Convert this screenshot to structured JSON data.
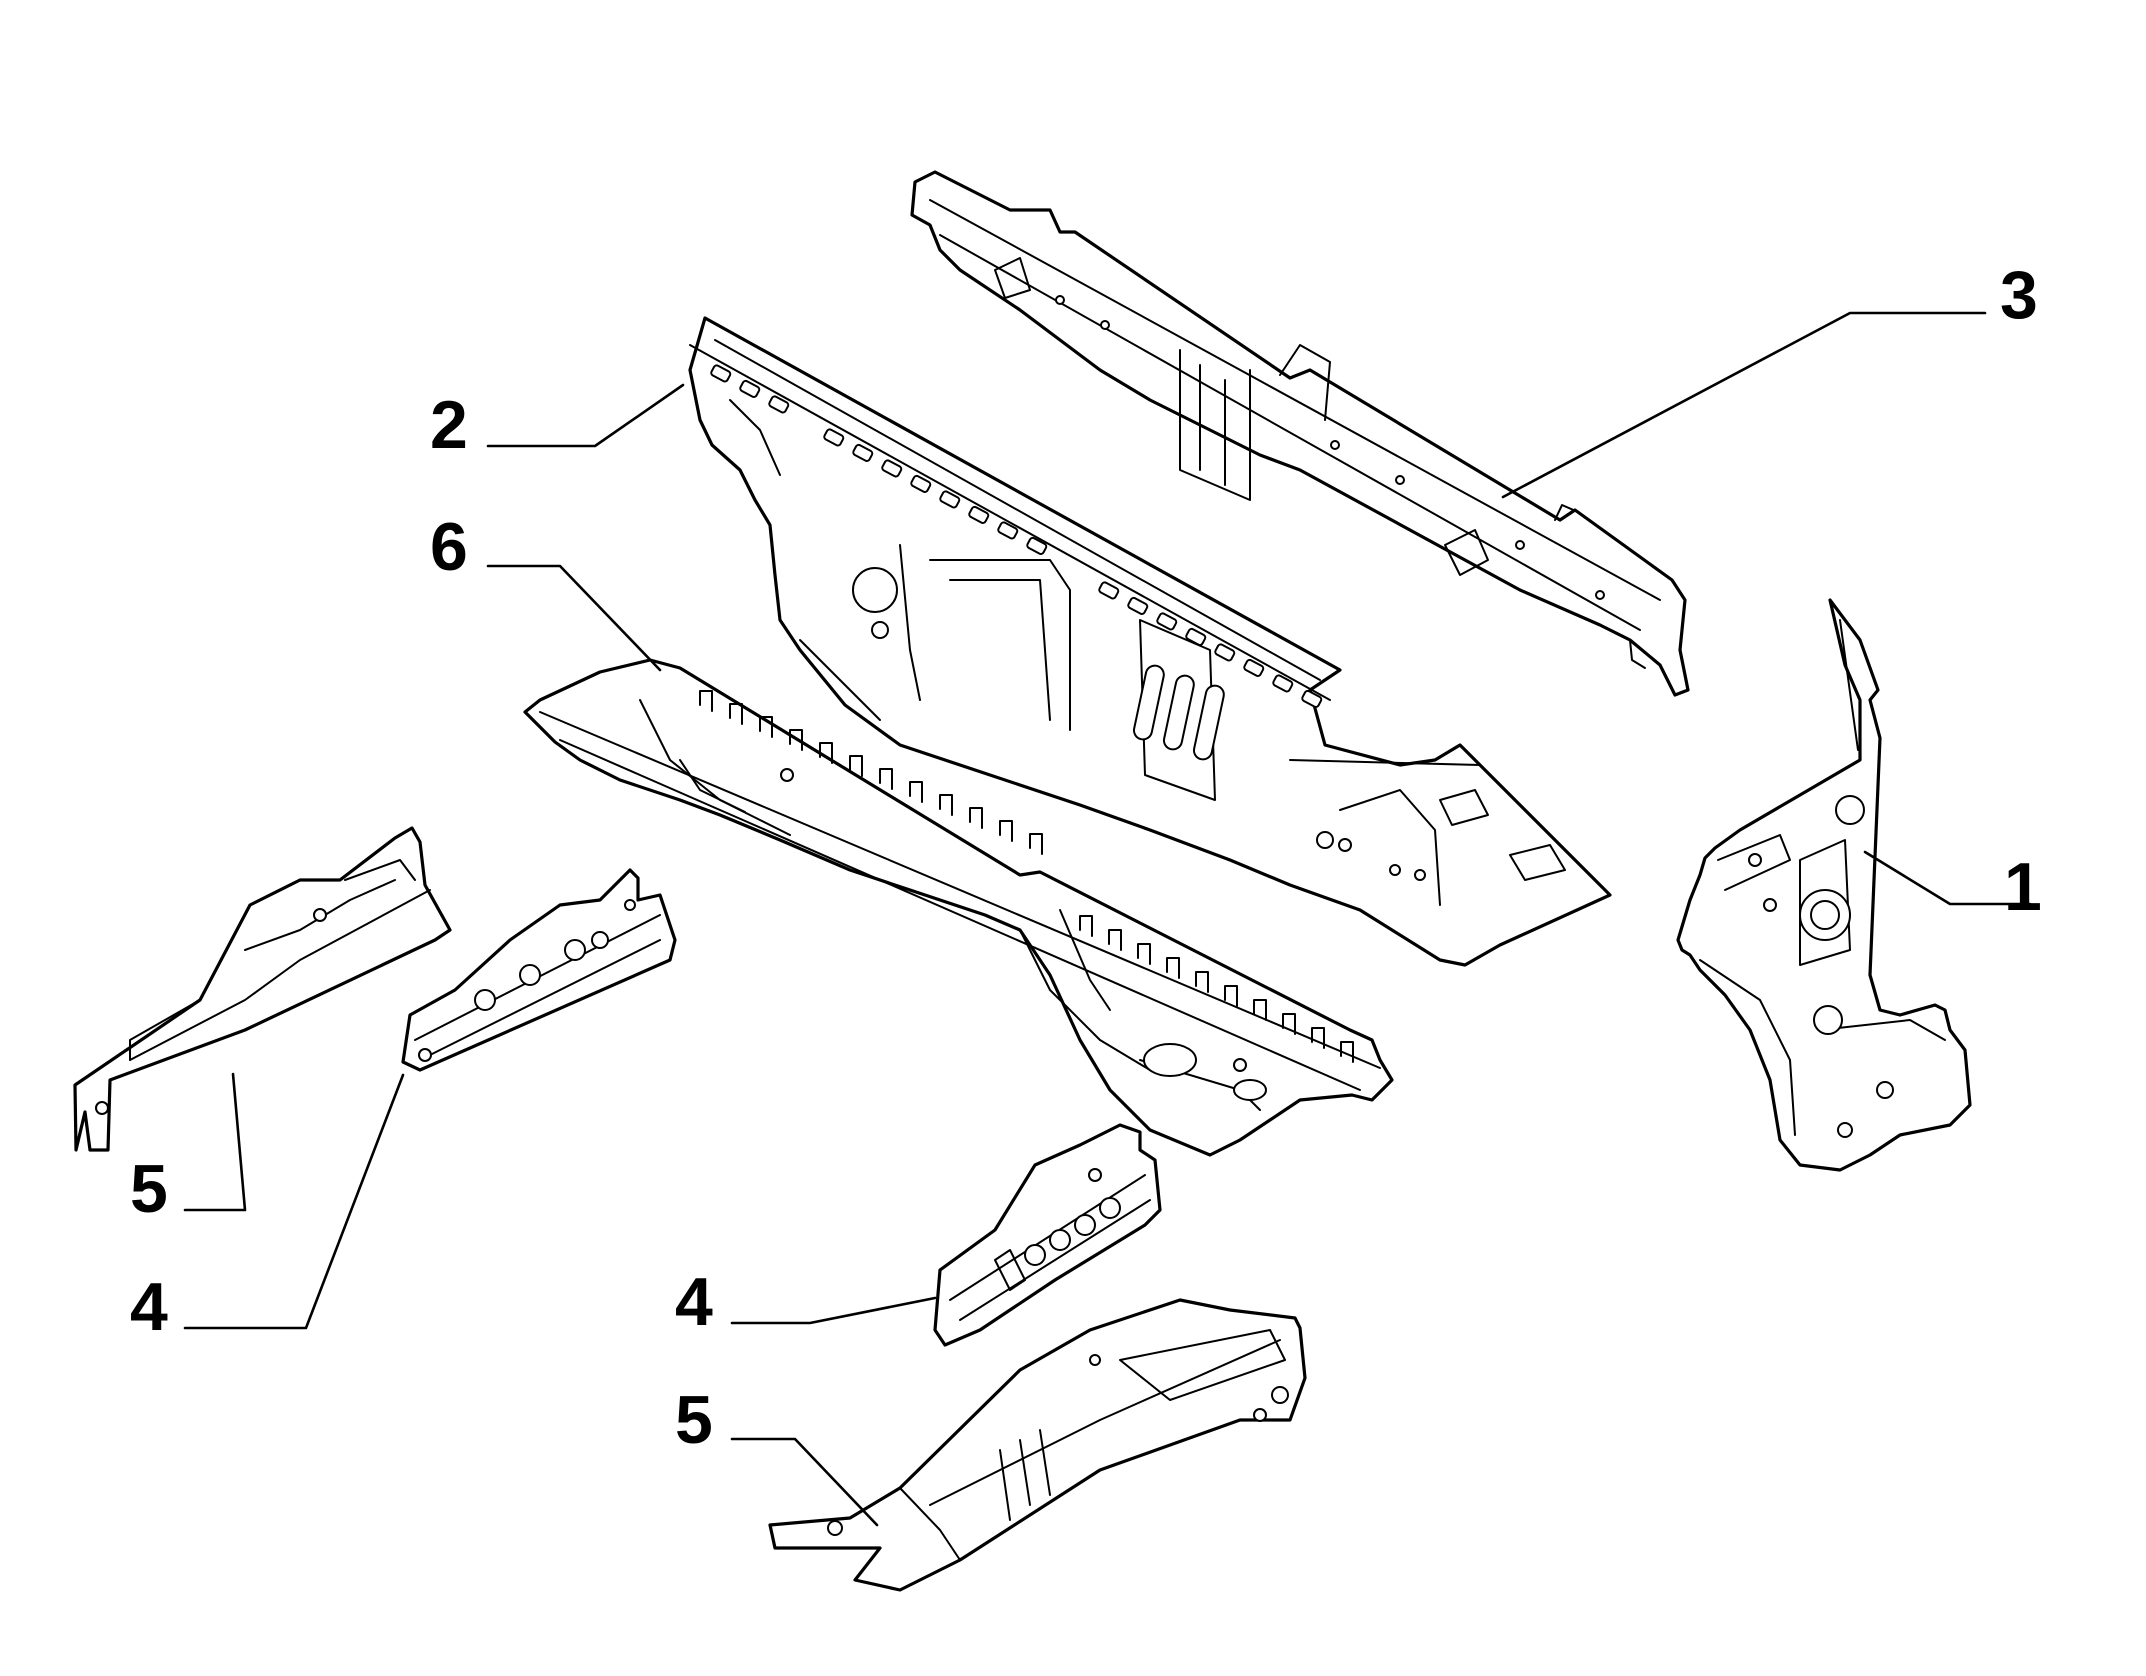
{
  "diagram": {
    "callouts": {
      "c1": "1",
      "c2": "2",
      "c3": "3",
      "c4_left": "4",
      "c4_bottom": "4",
      "c5_left": "5",
      "c5_bottom": "5",
      "c6": "6"
    },
    "colors": {
      "line": "#000000",
      "background": "#ffffff"
    }
  }
}
